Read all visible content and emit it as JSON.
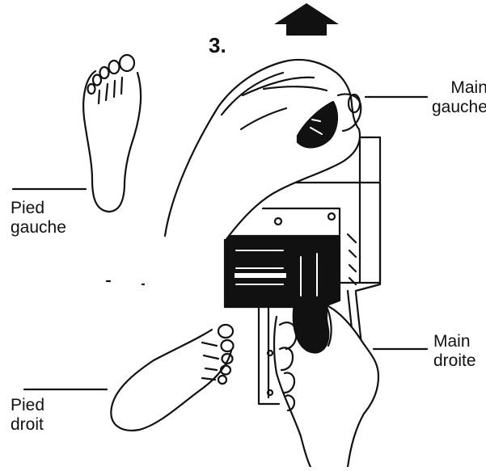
{
  "step_number": "3.",
  "labels": {
    "main_gauche": [
      "Main",
      "gauche"
    ],
    "pied_gauche": [
      "Pied",
      "gauche"
    ],
    "main_droite": [
      "Main",
      "droite"
    ],
    "pied_droit": [
      "Pied",
      "droit"
    ]
  },
  "colors": {
    "ink": "#111111",
    "paper": "#ffffff"
  }
}
